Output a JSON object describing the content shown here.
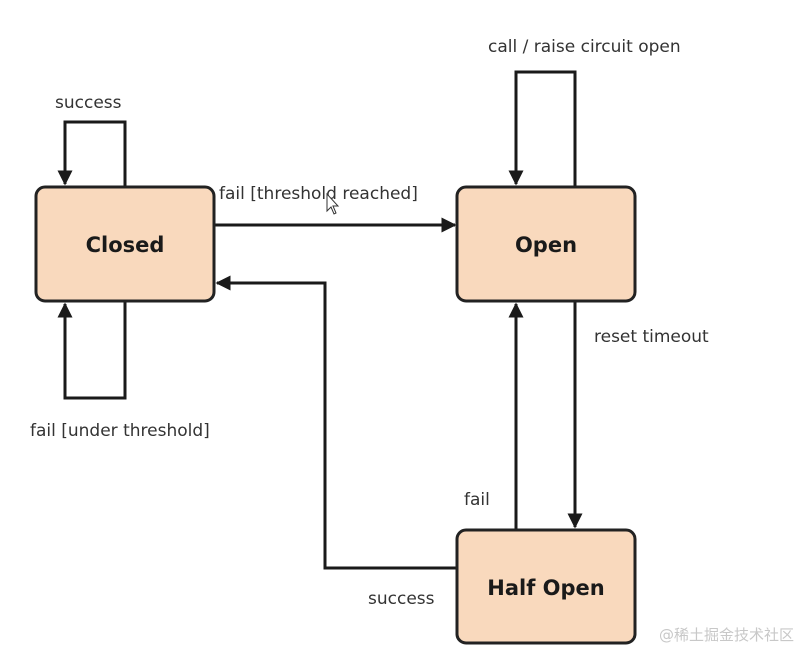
{
  "states": {
    "closed": "Closed",
    "open": "Open",
    "half_open": "Half Open"
  },
  "transitions": {
    "closed_success": "success",
    "closed_fail_under_threshold": "fail [under threshold]",
    "closed_to_open": "fail [threshold reached]",
    "open_self": "call / raise circuit open",
    "open_to_half_open": "reset timeout",
    "half_open_to_open": "fail",
    "half_open_to_closed": "success"
  },
  "watermark": "@稀土掘金技术社区",
  "colors": {
    "state_fill": "#f9d9bd",
    "line": "#1a1a1a"
  }
}
